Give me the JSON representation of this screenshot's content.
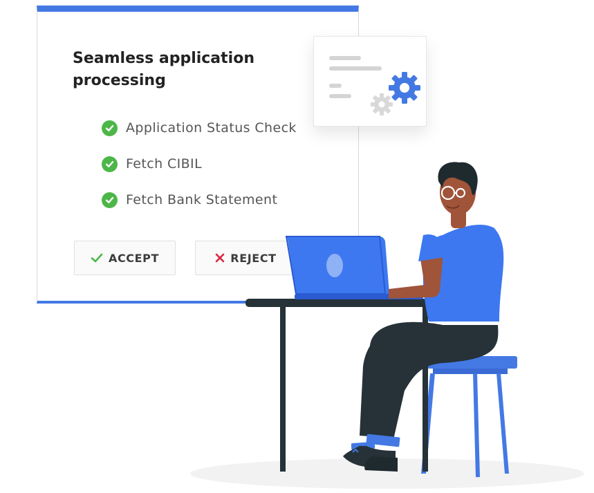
{
  "card": {
    "title": "Seamless application processing",
    "checklist": [
      {
        "label": "Application Status Check",
        "icon": "check-circle-icon",
        "status_color": "#4cb748"
      },
      {
        "label": "Fetch CIBIL",
        "icon": "check-circle-icon",
        "status_color": "#4cb748"
      },
      {
        "label": "Fetch Bank Statement",
        "icon": "check-circle-icon",
        "status_color": "#4cb748"
      }
    ],
    "actions": {
      "accept_label": "ACCEPT",
      "accept_icon": "checkmark-icon",
      "accept_color": "#4cb748",
      "reject_label": "REJECT",
      "reject_icon": "x-icon",
      "reject_color": "#d7263d"
    }
  },
  "settings_card": {
    "icon": "gear-icon"
  },
  "colors": {
    "accent": "#4479e4",
    "check": "#4cb748"
  }
}
